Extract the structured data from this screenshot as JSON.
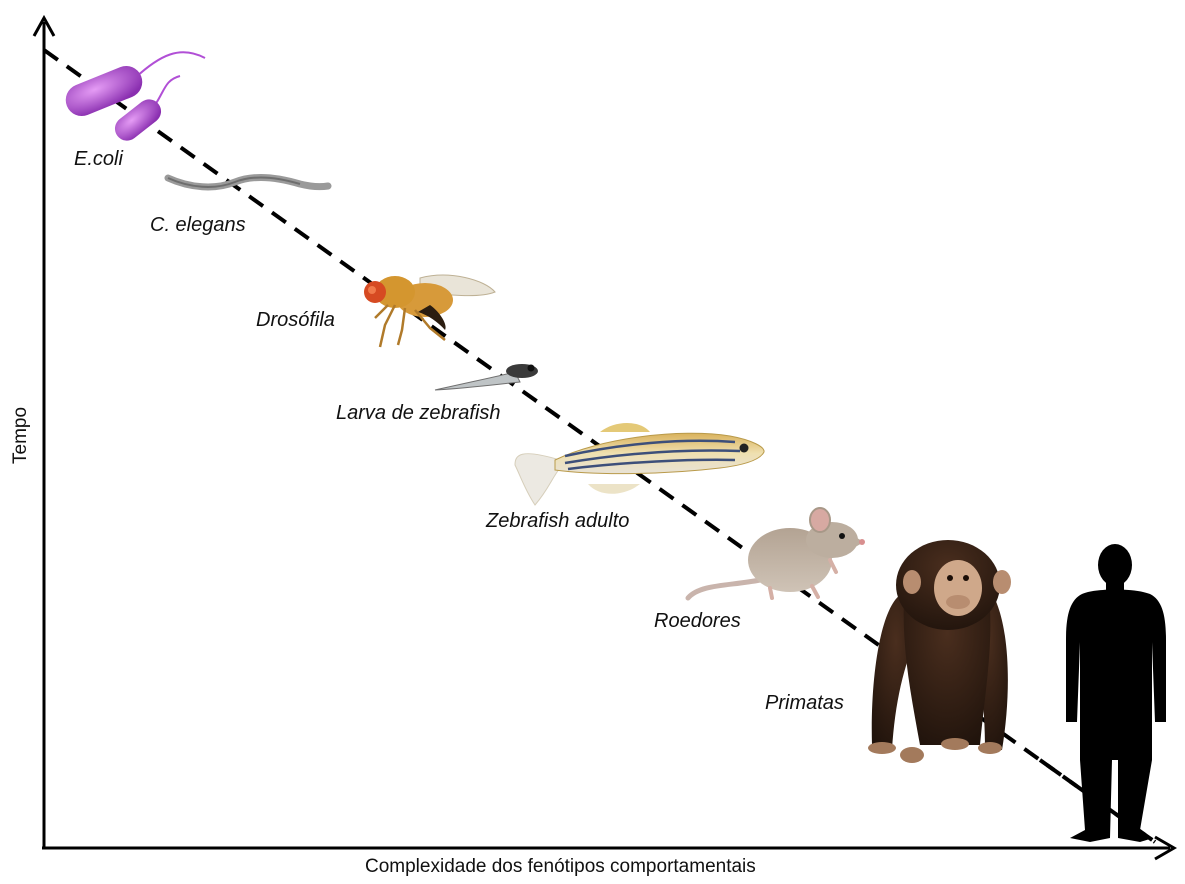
{
  "axes": {
    "y_label": "Tempo",
    "x_label": "Complexidade dos fenótipos comportamentais"
  },
  "organisms": [
    {
      "id": "ecoli",
      "label": "E.coli",
      "icon": "bacteria-icon",
      "color": "#b14fd6"
    },
    {
      "id": "celegans",
      "label": "C. elegans",
      "icon": "worm-icon",
      "color": "#8c8c8c"
    },
    {
      "id": "drosophila",
      "label": "Drosófila",
      "icon": "fly-icon",
      "color": "#d9942e"
    },
    {
      "id": "larva",
      "label": "Larva de zebrafish",
      "icon": "larva-icon",
      "color": "#6a6a6a"
    },
    {
      "id": "zebrafish",
      "label": "Zebrafish adulto",
      "icon": "fish-icon",
      "color": "#c9a85a"
    },
    {
      "id": "rodent",
      "label": "Roedores",
      "icon": "rat-icon",
      "color": "#a89888"
    },
    {
      "id": "primate",
      "label": "Primatas",
      "icon": "chimpanzee-icon",
      "color": "#3a2418"
    },
    {
      "id": "human",
      "label": "",
      "icon": "human-silhouette-icon",
      "color": "#000000"
    }
  ],
  "trend_line": {
    "style": "dashed",
    "color": "#000000"
  }
}
